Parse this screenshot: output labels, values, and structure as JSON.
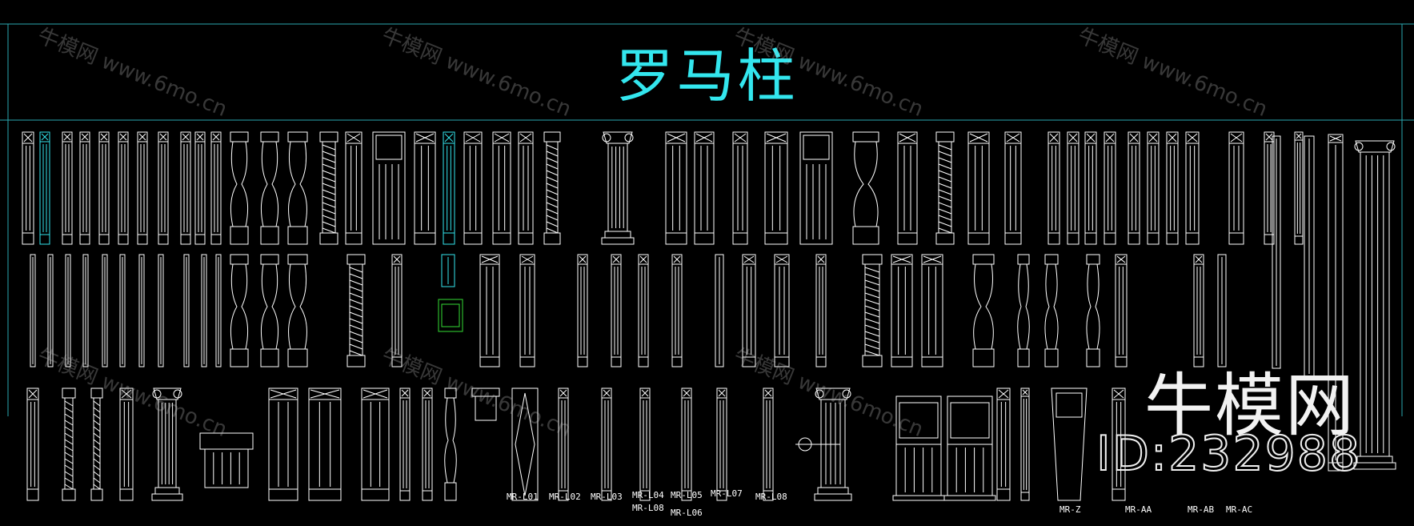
{
  "title": "罗马柱",
  "watermark": {
    "brand": "牛模网",
    "url": "www.6mo.cn",
    "id": "ID:232988"
  },
  "labels": [
    "MR-L01",
    "MR-L02",
    "MR-L03",
    "MR-L04",
    "MR-L08",
    "MR-L05",
    "MR-L06",
    "MR-L07",
    "MR-L08",
    "MR-Z",
    "MR-AA",
    "MR-AB",
    "MR-AC"
  ],
  "colors": {
    "line": "#ffffff",
    "accent": "#33e6ee",
    "highlight": "#33dd33",
    "frame": "#2aa7b0"
  }
}
